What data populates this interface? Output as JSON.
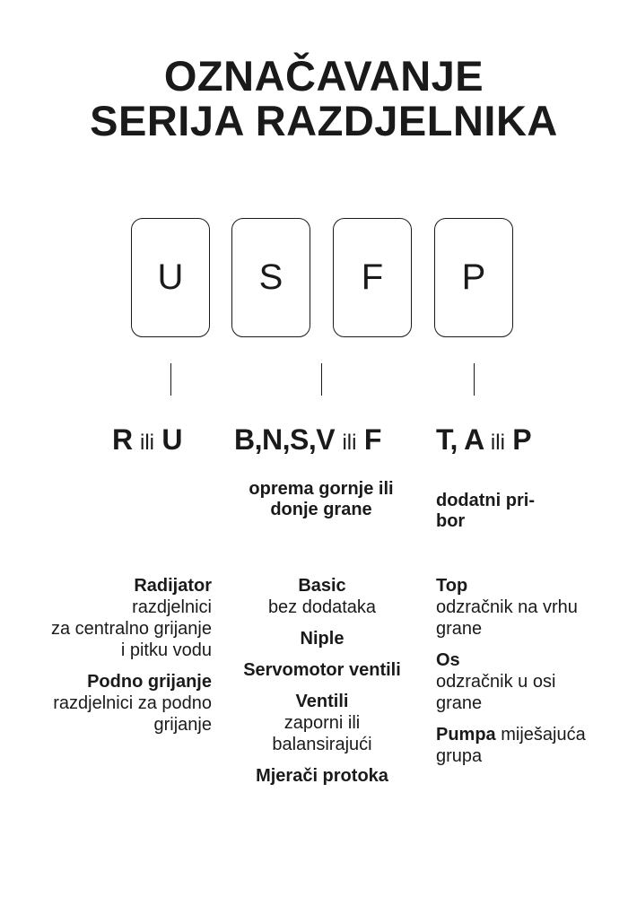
{
  "title": {
    "line1": "OZNAČAVANJE",
    "line2": "SERIJA RAZDJELNIKA"
  },
  "boxes": [
    "U",
    "S",
    "F",
    "P"
  ],
  "codes": {
    "first": {
      "a": "R",
      "sep": "ili",
      "b": "U"
    },
    "second": {
      "a": "B,N,S,V",
      "sep": "ili",
      "b": "F"
    },
    "third": {
      "a": "T, A",
      "sep": "ili",
      "b": "P"
    }
  },
  "notes": {
    "second_line1": "oprema gornje ili",
    "second_line2": "donje grane",
    "third_line1": "dodatni pri-",
    "third_line2": "bor"
  },
  "left": {
    "radijator_title": "Radijator",
    "radijator_desc": [
      "razdjelnici",
      "za centralno grijanje",
      "i pitku vodu"
    ],
    "podno_title": "Podno grijanje",
    "podno_desc": [
      "razdjelnici za podno",
      "grijanje"
    ]
  },
  "middle": {
    "basic_title": "Basic",
    "basic_desc": "bez dodataka",
    "niple_title": "Niple",
    "servo_title": "Servomotor ventili",
    "ventili_title": "Ventili",
    "ventili_desc": [
      "zaporni ili",
      "balansirajući"
    ],
    "mjeraci_title": "Mjerači protoka"
  },
  "right": {
    "top_title": "Top",
    "top_desc": [
      "odzračnik na vrhu",
      "grane"
    ],
    "os_title": "Os",
    "os_desc": [
      "odzračnik u osi",
      "grane"
    ],
    "pumpa_title": "Pumpa",
    "pumpa_desc": [
      "miješajuća",
      "grupa"
    ]
  }
}
